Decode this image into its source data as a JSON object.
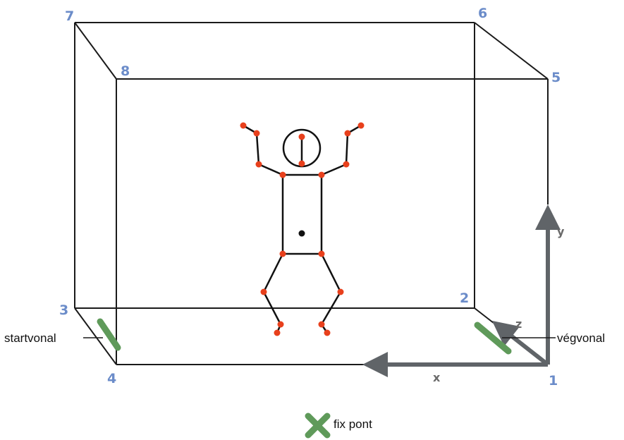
{
  "colors": {
    "corner_number": "#6b8cc9",
    "box_line": "#1a1a1a",
    "axis": "#606468",
    "axis_label": "#6a6a6a",
    "joint": "#e8401c",
    "marker": "#5f9a5a",
    "figure_line": "#111111"
  },
  "corners": [
    "1",
    "2",
    "3",
    "4",
    "5",
    "6",
    "7",
    "8"
  ],
  "axes": {
    "x": "x",
    "y": "y",
    "z": "z"
  },
  "labels": {
    "start_line": "startvonal",
    "finish_line": "végvonal",
    "fixed_point": "fix pont"
  },
  "icons": {
    "fixed_point": "x-cross-icon"
  }
}
